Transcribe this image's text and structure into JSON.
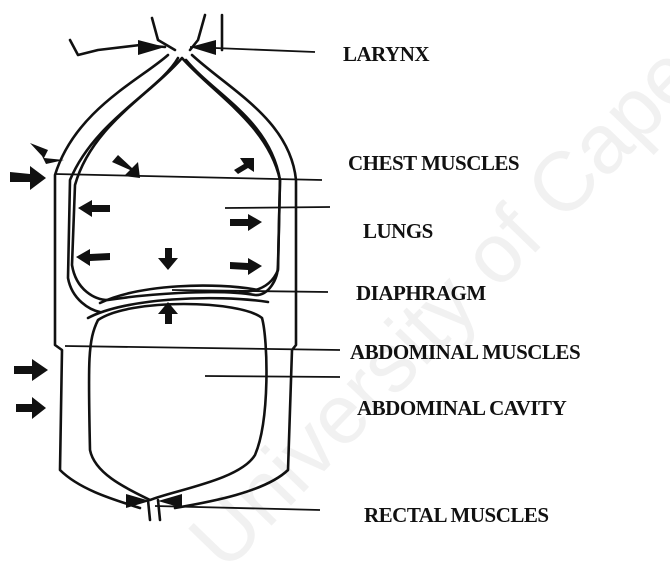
{
  "labels": {
    "larynx": "LARYNX",
    "chest_muscles": "CHEST MUSCLES",
    "lungs": "LUNGS",
    "diaphragm": "DIAPHRAGM",
    "abdominal_muscles": "ABDOMINAL MUSCLES",
    "abdominal_cavity": "ABDOMINAL CAVITY",
    "rectal_muscles": "RECTAL MUSCLES"
  },
  "watermark": "University of Cape",
  "colors": {
    "line": "#111111",
    "watermark": "#cccccc"
  }
}
